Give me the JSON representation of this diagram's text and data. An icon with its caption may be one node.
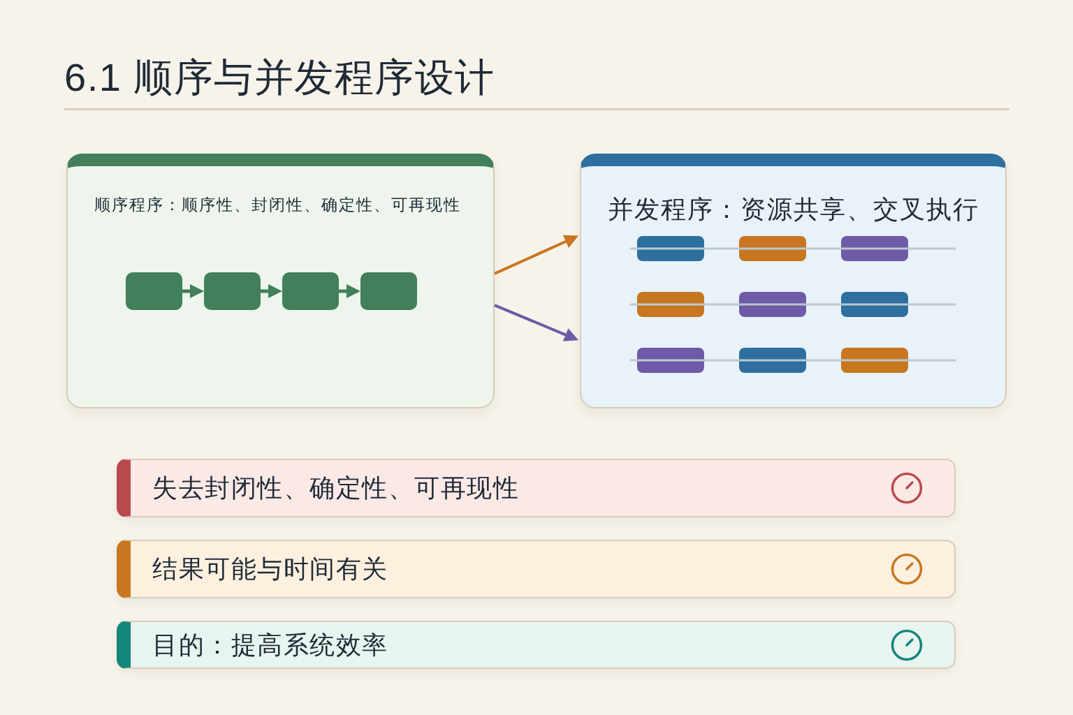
{
  "diagram": {
    "title": "6.1 顺序与并发程序设计",
    "nodes": [
      {
        "text": [
          "顺序程序：顺序性、封闭性、确定性、可再现性"
        ]
      },
      {
        "text": [],
        "shape": "box",
        "in": 0
      },
      {
        "text": [],
        "shape": "box",
        "in": 0
      },
      {
        "text": [],
        "shape": "box",
        "in": 0
      },
      {
        "text": [],
        "shape": "box",
        "in": 0
      },
      {
        "text": [
          "并发程序：资源共享、交叉执行"
        ]
      },
      {
        "text": [],
        "shape": "bar",
        "in": 5
      },
      {
        "text": [],
        "shape": "bar",
        "in": 5
      },
      {
        "text": [],
        "shape": "bar",
        "in": 5
      },
      {
        "text": [],
        "shape": "bar",
        "in": 5
      },
      {
        "text": [],
        "shape": "bar",
        "in": 5
      },
      {
        "text": [],
        "shape": "bar",
        "in": 5
      },
      {
        "text": [],
        "shape": "bar",
        "in": 5
      },
      {
        "text": [],
        "shape": "bar",
        "in": 5
      },
      {
        "text": [],
        "shape": "bar",
        "in": 5
      },
      {
        "text": [
          "失去封闭性、确定性、可再现性"
        ]
      },
      {
        "text": [
          "结果可能与时间有关"
        ]
      },
      {
        "text": [
          "目的：提高系统效率"
        ]
      }
    ],
    "edges": [
      {
        "from": 1,
        "to": 2,
        "arrow": "to"
      },
      {
        "from": 2,
        "to": 3,
        "arrow": "to"
      },
      {
        "from": 3,
        "to": 4,
        "arrow": "to"
      },
      {
        "from": 0,
        "to": 5,
        "arrow": "to",
        "color": "#c87620"
      },
      {
        "from": 0,
        "to": 5,
        "arrow": "to",
        "color": "#6e5aa6"
      }
    ]
  }
}
